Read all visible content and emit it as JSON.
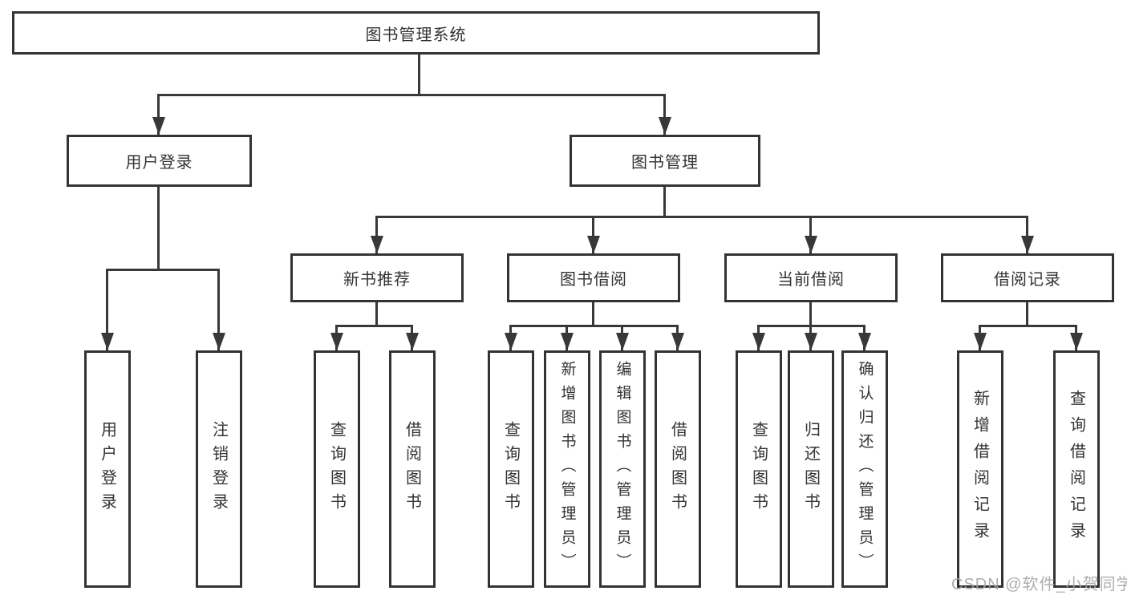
{
  "tree": {
    "root": {
      "label": "图书管理系统"
    },
    "branches": [
      {
        "label": "用户登录",
        "children": [
          "用户登录",
          "注销登录"
        ]
      },
      {
        "label": "图书管理",
        "groups": [
          {
            "label": "新书推荐",
            "children": [
              "查询图书",
              "借阅图书"
            ]
          },
          {
            "label": "图书借阅",
            "children": [
              "查询图书",
              "新增图书（管理员）",
              "编辑图书（管理员）",
              "借阅图书"
            ]
          },
          {
            "label": "当前借阅",
            "children": [
              "查询图书",
              "归还图书",
              "确认归还（管理员）"
            ]
          },
          {
            "label": "借阅记录",
            "children": [
              "新增借阅记录",
              "查询借阅记录"
            ]
          }
        ]
      }
    ]
  },
  "watermark": "CSDN @软件_小贺同学",
  "colors": {
    "line": "#383838",
    "border": "#333333",
    "text": "#333333",
    "background": "#ffffff",
    "watermark": "#a5a5a5"
  }
}
